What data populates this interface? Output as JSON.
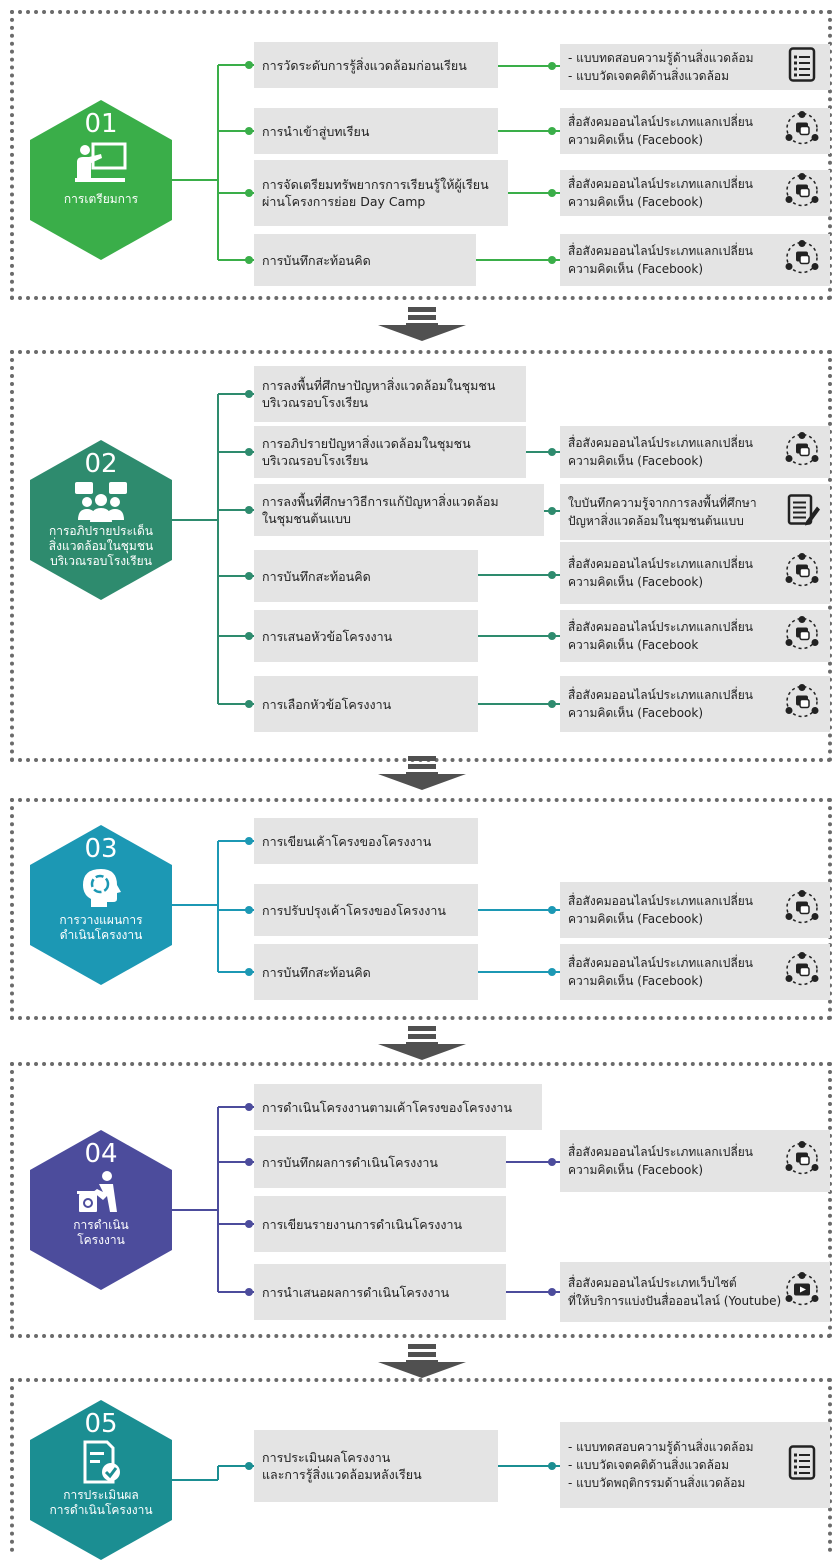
{
  "colors": {
    "phase1": "#3aae49",
    "phase2": "#2e8b6e",
    "phase3": "#1c98b4",
    "phase4": "#4c4c9c",
    "phase5": "#1b8e92",
    "box": "#e4e4e4",
    "arrow": "#505050"
  },
  "phases": [
    {
      "num": "01",
      "label": [
        "การเตรียมการ"
      ],
      "icon": "presentation-icon",
      "steps": [
        {
          "text": [
            "การวัดระดับการรู้สิ่งแวดล้อมก่อนเรียน"
          ],
          "resource": [
            "- แบบทดสอบความรู้ด้านสิ่งแวดล้อม",
            "- แบบวัดเจตคติด้านสิ่งแวดล้อม"
          ],
          "resource_icon": "document-icon"
        },
        {
          "text": [
            "การนำเข้าสู่บทเรียน"
          ],
          "resource": [
            "สื่อสังคมออนไลน์ประเภทแลกเปลี่ยน",
            "ความคิดเห็น (Facebook)"
          ],
          "resource_icon": "social-network-icon"
        },
        {
          "text": [
            "การจัดเตรียมทรัพยากรการเรียนรู้ให้ผู้เรียน",
            "ผ่านโครงการย่อย Day Camp"
          ],
          "resource": [
            "สื่อสังคมออนไลน์ประเภทแลกเปลี่ยน",
            "ความคิดเห็น (Facebook)"
          ],
          "resource_icon": "social-network-icon"
        },
        {
          "text": [
            "การบันทึกสะท้อนคิด"
          ],
          "resource": [
            "สื่อสังคมออนไลน์ประเภทแลกเปลี่ยน",
            "ความคิดเห็น (Facebook)"
          ],
          "resource_icon": "social-network-icon"
        }
      ]
    },
    {
      "num": "02",
      "label": [
        "การอภิปรายประเด็น",
        "สิ่งแวดล้อมในชุมชน",
        "บริเวณรอบโรงเรียน"
      ],
      "icon": "discussion-group-icon",
      "steps": [
        {
          "text": [
            "การลงพื้นที่ศึกษาปัญหาสิ่งแวดล้อมในชุมชน",
            "บริเวณรอบโรงเรียน"
          ],
          "resource": null,
          "resource_icon": null
        },
        {
          "text": [
            "การอภิปรายปัญหาสิ่งแวดล้อมในชุมชน",
            "บริเวณรอบโรงเรียน"
          ],
          "resource": [
            "สื่อสังคมออนไลน์ประเภทแลกเปลี่ยน",
            "ความคิดเห็น (Facebook)"
          ],
          "resource_icon": "social-network-icon"
        },
        {
          "text": [
            "การลงพื้นที่ศึกษาวิธีการแก้ปัญหาสิ่งแวดล้อม",
            "ในชุมชนต้นแบบ"
          ],
          "resource": [
            "ใบบันทึกความรู้จากการลงพื้นที่ศึกษา",
            "ปัญหาสิ่งแวดล้อมในชุมชนต้นแบบ"
          ],
          "resource_icon": "note-edit-icon"
        },
        {
          "text": [
            "การบันทึกสะท้อนคิด"
          ],
          "resource": [
            "สื่อสังคมออนไลน์ประเภทแลกเปลี่ยน",
            "ความคิดเห็น (Facebook)"
          ],
          "resource_icon": "social-network-icon"
        },
        {
          "text": [
            "การเสนอหัวข้อโครงงาน"
          ],
          "resource": [
            "สื่อสังคมออนไลน์ประเภทแลกเปลี่ยน",
            "ความคิดเห็น (Facebook"
          ],
          "resource_icon": "social-network-icon"
        },
        {
          "text": [
            "การเลือกหัวข้อโครงงาน"
          ],
          "resource": [
            "สื่อสังคมออนไลน์ประเภทแลกเปลี่ยน",
            "ความคิดเห็น (Facebook)"
          ],
          "resource_icon": "social-network-icon"
        }
      ]
    },
    {
      "num": "03",
      "label": [
        "การวางแผนการ",
        "ดำเนินโครงงาน"
      ],
      "icon": "head-recycle-icon",
      "steps": [
        {
          "text": [
            "การเขียนเค้าโครงของโครงงาน"
          ],
          "resource": null,
          "resource_icon": null
        },
        {
          "text": [
            "การปรับปรุงเค้าโครงของโครงงาน"
          ],
          "resource": [
            "สื่อสังคมออนไลน์ประเภทแลกเปลี่ยน",
            "ความคิดเห็น (Facebook)"
          ],
          "resource_icon": "social-network-icon"
        },
        {
          "text": [
            "การบันทึกสะท้อนคิด"
          ],
          "resource": [
            "สื่อสังคมออนไลน์ประเภทแลกเปลี่ยน",
            "ความคิดเห็น (Facebook)"
          ],
          "resource_icon": "social-network-icon"
        }
      ]
    },
    {
      "num": "04",
      "label": [
        "การดำเนิน",
        "โครงงาน"
      ],
      "icon": "recycling-person-icon",
      "steps": [
        {
          "text": [
            "การดำเนินโครงงานตามเค้าโครงของโครงงาน"
          ],
          "resource": null,
          "resource_icon": null
        },
        {
          "text": [
            "การบันทึกผลการดำเนินโครงงาน"
          ],
          "resource": [
            "สื่อสังคมออนไลน์ประเภทแลกเปลี่ยน",
            "ความคิดเห็น (Facebook)"
          ],
          "resource_icon": "social-network-icon"
        },
        {
          "text": [
            "การเขียนรายงานการดำเนินโครงงาน"
          ],
          "resource": null,
          "resource_icon": null
        },
        {
          "text": [
            "การนำเสนอผลการดำเนินโครงงาน"
          ],
          "resource": [
            "สื่อสังคมออนไลน์ประเภทเว็บไซต์",
            "ที่ให้บริการแบ่งปันสื่อออนไลน์ (Youtube)"
          ],
          "resource_icon": "video-sharing-icon"
        }
      ]
    },
    {
      "num": "05",
      "label": [
        "การประเมินผล",
        "การดำเนินโครงงาน"
      ],
      "icon": "checklist-icon",
      "steps": [
        {
          "text": [
            "การประเมินผลโครงงาน",
            "และการรู้สิ่งแวดล้อมหลังเรียน"
          ],
          "resource": [
            "- แบบทดสอบความรู้ด้านสิ่งแวดล้อม",
            "- แบบวัดเจตคติด้านสิ่งแวดล้อม",
            "- แบบวัดพฤติกรรมด้านสิ่งแวดล้อม"
          ],
          "resource_icon": "document-icon"
        }
      ]
    }
  ]
}
